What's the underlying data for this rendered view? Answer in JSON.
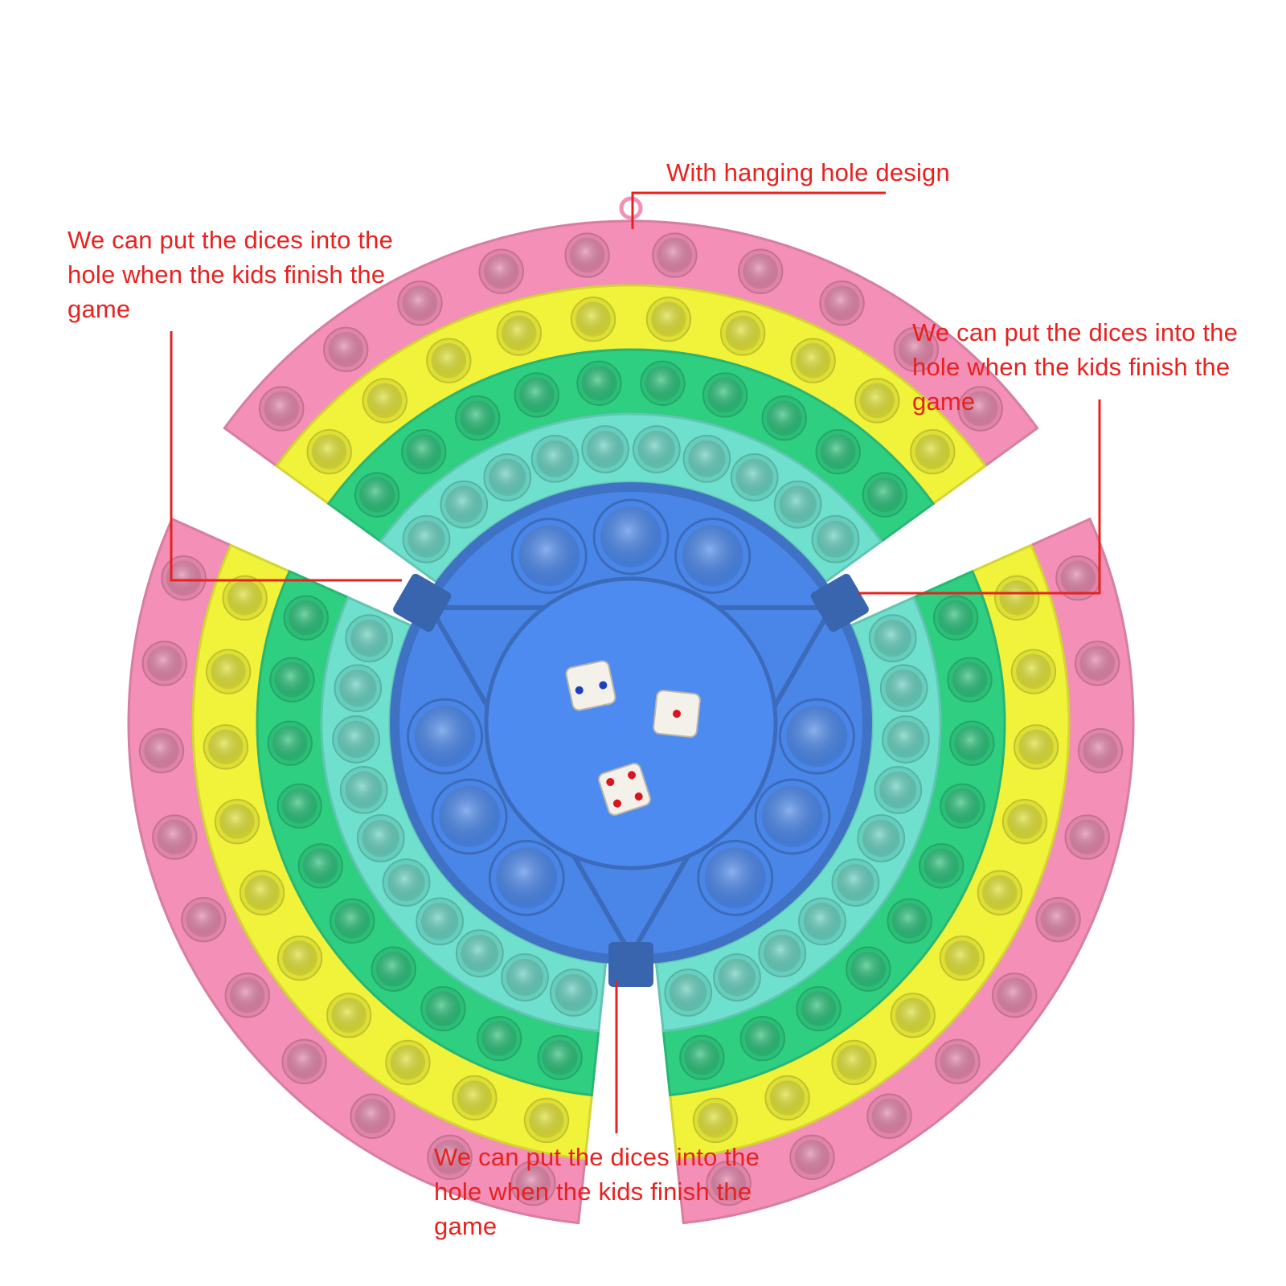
{
  "colors": {
    "pink": "#f48fb7",
    "yellow": "#f1f23a",
    "green": "#2fcf82",
    "teal": "#6fe0cd",
    "blue": "#4a86e8",
    "label_red": "#e8211f"
  },
  "callouts": {
    "hanging_hole": {
      "text": "With hanging hole design"
    },
    "left": {
      "line1": "We can put the dices into the",
      "line2": "hole when the kids finish the",
      "line3": "game"
    },
    "right": {
      "line1": "We can put the dices into the",
      "line2": "hole when the kids finish the",
      "line3": "game"
    },
    "bottom": {
      "line1": "We can put the dices into the",
      "line2": "hole when the kids finish the",
      "line3": "game"
    }
  },
  "dice": [
    {
      "name": "die-two",
      "pips": 2,
      "pip_color": "#1f3fbf"
    },
    {
      "name": "die-one",
      "pips": 1,
      "pip_color": "#d9161e"
    },
    {
      "name": "die-four",
      "pips": 4,
      "pip_color": "#d9161e"
    }
  ]
}
